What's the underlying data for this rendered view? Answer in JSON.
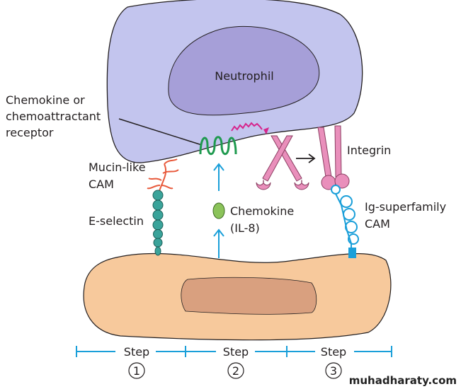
{
  "labels": {
    "neutrophil": "Neutrophil",
    "receptor": [
      "Chemokine or",
      "chemoattractant",
      "receptor"
    ],
    "mucin": [
      "Mucin-like",
      "CAM"
    ],
    "eselectin": "E-selectin",
    "chemokine": [
      "Chemokine",
      "(IL-8)"
    ],
    "integrin": "Integrin",
    "igsf": [
      "Ig-superfamily",
      "CAM"
    ]
  },
  "steps": [
    {
      "label": "Step",
      "number": "1"
    },
    {
      "label": "Step",
      "number": "2"
    },
    {
      "label": "Step",
      "number": "3"
    }
  ],
  "watermark": "muhadharaty.com",
  "colors": {
    "neutrophil": "#c3c5ee",
    "neutrophil_nucleus": "#a69fd8",
    "endothelial": "#f7c99c",
    "endothelial_nucleus": "#d9a07f",
    "receptor": "#1f9a4f",
    "arrow": "#1a9fd9",
    "integrin": "#e98fbb",
    "signal": "#d6258c",
    "mucin": "#e8593b",
    "selectin": "#3aa39a",
    "chemokine": "#8bc35a"
  }
}
